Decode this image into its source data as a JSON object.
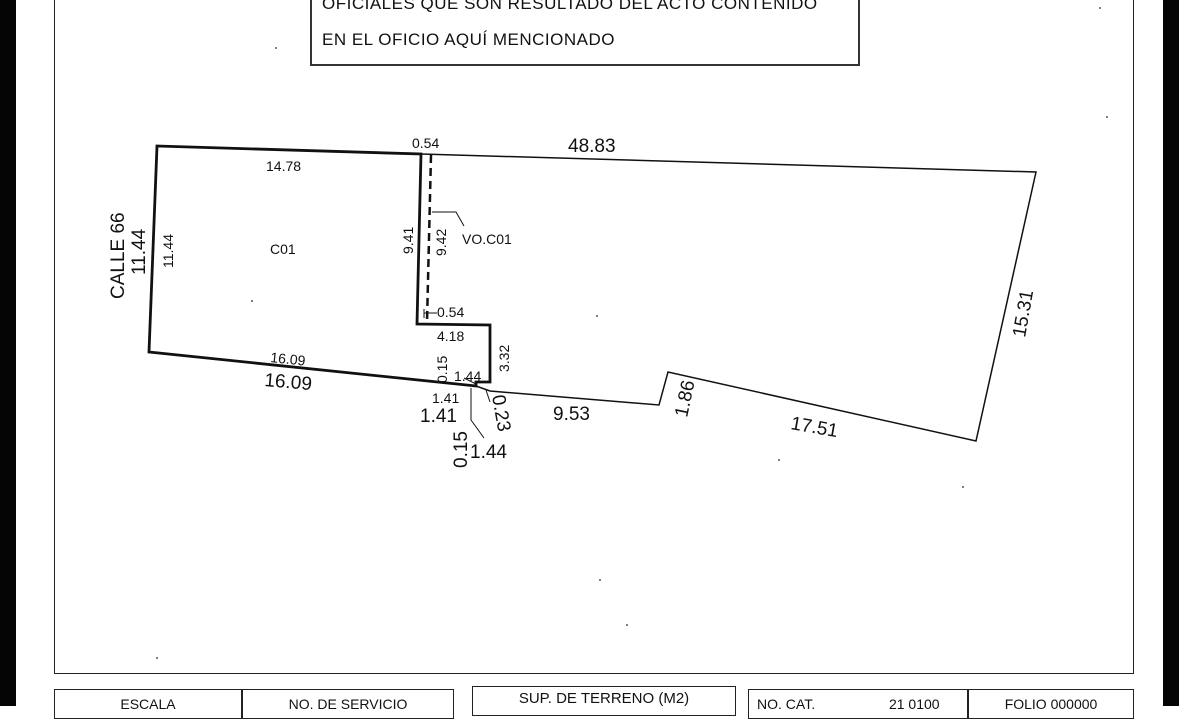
{
  "notice": {
    "line1": "OFICIALES QUE SON RESULTADO DEL ACTO CONTENIDO",
    "line2": "EN EL OFICIO AQUÍ MENCIONADO"
  },
  "street": {
    "name": "CALLE 66",
    "frontage": "11.44"
  },
  "plot": {
    "c01_label": "C01",
    "vo_label": "VO.C01",
    "dims": {
      "top_left": "14.78",
      "top_small": "0.54",
      "top_right": "48.83",
      "left_inner": "11.44",
      "wall_a": "9.41",
      "wall_b": "9.42",
      "notch_small": "0.54",
      "notch_width": "4.18",
      "notch_height": "3.32",
      "bottom_inner": "16.09",
      "bottom_outer": "16.09",
      "step_015": "0.15",
      "step_144": "1.44",
      "step_141": "1.41",
      "outer_141": "1.41",
      "outer_015": "0.15",
      "outer_144": "1.44",
      "outer_023": "0.23",
      "bottom_953": "9.53",
      "jog_186": "1.86",
      "bottom_1751": "17.51",
      "right_1531": "15.31"
    }
  },
  "table": {
    "scale": "ESCALA",
    "service_no": "NO. DE SERVICIO",
    "land_area": "SUP. DE TERRENO (M2)",
    "cat_no": "NO. CAT.",
    "cat_value": "21 0100",
    "folio": "FOLIO 000000"
  }
}
